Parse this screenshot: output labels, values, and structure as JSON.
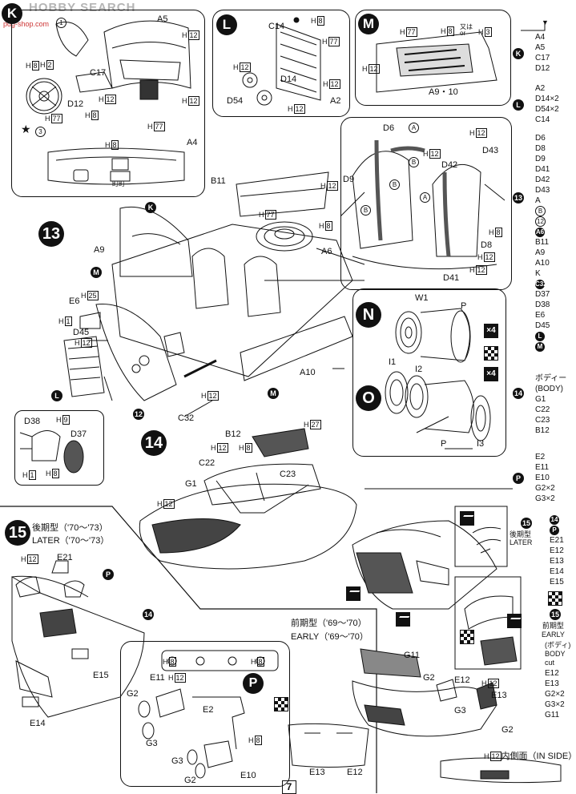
{
  "header": {
    "watermark": "HOBBY SEARCH",
    "watermark_url": "pdg-shop.com",
    "page_number": "7"
  },
  "steps": {
    "s13": "13",
    "s14": "14",
    "s15": "15"
  },
  "panel_k": {
    "letter": "K",
    "callout_1": "1",
    "callout_3": "3",
    "parts": {
      "A5": "A5",
      "C17": "C17",
      "D12": "D12",
      "A4": "A4"
    },
    "h": {
      "h8a": "8",
      "h2": "2",
      "h12a": "12",
      "h12b": "12",
      "h8b": "8",
      "h77a": "77",
      "h77b": "77",
      "h8c": "8",
      "h12c": "12"
    },
    "h_letter": "H",
    "meter_label": "町町"
  },
  "panel_l": {
    "letter": "L",
    "parts": {
      "C14": "C14",
      "D14": "D14",
      "D54": "D54",
      "A2": "A2"
    },
    "h": {
      "h8a": "8",
      "h77": "77",
      "h12a": "12",
      "h12b": "12",
      "h12c": "12"
    }
  },
  "panel_m": {
    "letter": "M",
    "parts": {
      "A9_10": "A9・10"
    },
    "h": {
      "h77": "77",
      "h8": "8",
      "or_jp": "又は",
      "or_en": "or",
      "h3": "3",
      "h12": "12"
    }
  },
  "panel_seat": {
    "parts": {
      "D6": "D6",
      "D9": "D9",
      "D42": "D42",
      "D43": "D43",
      "D8": "D8",
      "D41": "D41"
    },
    "rings": {
      "a1": "A",
      "a2": "A",
      "b1": "B",
      "b2": "B",
      "b3": "B"
    },
    "h": {
      "h12a": "12",
      "h12b": "12",
      "h8": "8",
      "h12c": "12",
      "h12d": "12"
    }
  },
  "panel_wheels": {
    "n": "N",
    "o": "O",
    "parts": {
      "W1": "W1",
      "P1": "P",
      "I1": "I1",
      "I2": "I2",
      "I3": "I3",
      "P2": "P"
    },
    "x4a": "×4",
    "x4b": "×4"
  },
  "step13": {
    "parts": {
      "B11": "B11",
      "A9": "A9",
      "A6": "A6",
      "E6": "E6",
      "D45": "D45",
      "A10": "A10",
      "C32": "C32",
      "D38": "D38",
      "D37": "D37"
    },
    "h": {
      "h12a": "12",
      "h77": "77",
      "h8a": "8",
      "h25": "25",
      "h1a": "1",
      "h12b": "12",
      "h12c": "12",
      "h9": "9",
      "h1b": "1",
      "h8b": "8"
    },
    "circles": {
      "k": "K",
      "m1": "M",
      "l1": "L",
      "m2": "M",
      "p12": "12"
    }
  },
  "step14": {
    "parts": {
      "B12": "B12",
      "C22": "C22",
      "C23": "C23",
      "G1": "G1"
    },
    "h": {
      "h27": "27",
      "h12a": "12",
      "h8": "8",
      "h12b": "12"
    }
  },
  "step15": {
    "later_jp": "後期型（'70〜'73）",
    "later_en": "LATER（'70〜'73）",
    "early_jp": "前期型（'69〜'70）",
    "early_en": "EARLY（'69〜'70）",
    "parts": {
      "E21": "E21",
      "E15": "E15",
      "E14": "E14",
      "G11": "G11",
      "G2a": "G2",
      "E12a": "E12",
      "E13a": "E13",
      "G3a": "G3",
      "G2b": "G2",
      "E13b": "E13",
      "E12b": "E12"
    },
    "h": {
      "h12a": "12",
      "h12b": "12",
      "h12c": "12"
    },
    "circles": {
      "p": "P",
      "s14": "14"
    },
    "inside": "内側面（IN SIDE）"
  },
  "panel_p": {
    "letter": "P",
    "parts": {
      "E11": "E11",
      "G2a": "G2",
      "E2": "E2",
      "G3a": "G3",
      "G3b": "G3",
      "G2b": "G2",
      "E10": "E10"
    },
    "h": {
      "h12": "12",
      "h8a": "8",
      "h8b": "8",
      "h8c": "8"
    }
  },
  "sidebar": {
    "k_list": [
      "A4",
      "A5",
      "C17",
      "D12"
    ],
    "l_list": [
      "A2",
      "D14×2",
      "D54×2",
      "C14"
    ],
    "s13_list": [
      "D6",
      "D8",
      "D9",
      "D41",
      "D42",
      "D43",
      "A",
      "B",
      "12",
      "A6",
      "B11",
      "A9",
      "A10",
      "K",
      "C32",
      "D37",
      "D38",
      "E6",
      "D45",
      "L",
      "M"
    ],
    "body_jp": "ボディー",
    "body_en": "(BODY)",
    "s14_list": [
      "G1",
      "C22",
      "C23",
      "B12"
    ],
    "p_list": [
      "E2",
      "E11",
      "E10",
      "G2×2",
      "G3×2"
    ],
    "later_jp": "後期型",
    "later_en": "LATER",
    "s15_list": [
      "E21",
      "E12",
      "E13",
      "E14",
      "E15"
    ],
    "early_jp": "前期型",
    "early_en": "EARLY",
    "cut_jp": "(ボディ)",
    "cut_en1": "BODY",
    "cut_en2": "cut",
    "early_list": [
      "E12",
      "E13",
      "G2×2",
      "G3×2",
      "G11"
    ]
  }
}
